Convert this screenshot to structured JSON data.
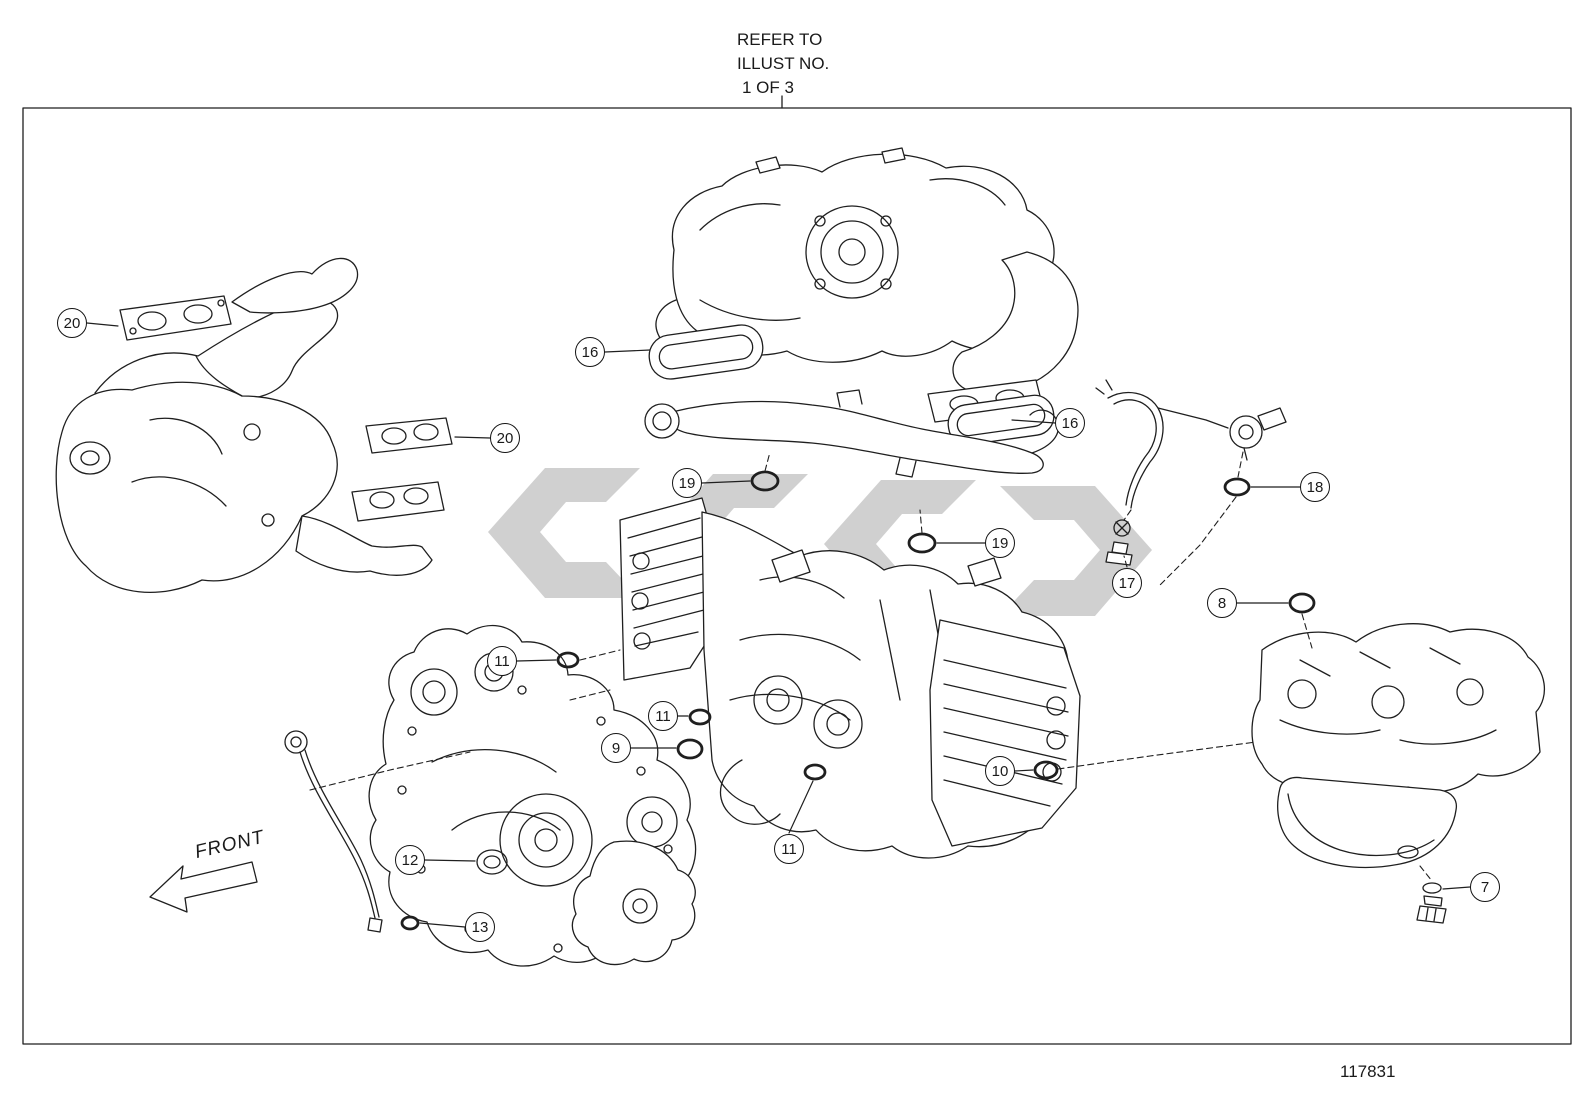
{
  "header": {
    "line1": "REFER TO",
    "line2": "ILLUST NO.",
    "line3": "1 OF 3"
  },
  "front_label": "FRONT",
  "footer": {
    "diagram_number": "117831"
  },
  "colors": {
    "line": "#1f1f1f",
    "watermark": "#a2a2a2",
    "background": "#ffffff"
  },
  "callouts": [
    {
      "id": "exhaust-manifold-gasket-left",
      "label": "20"
    },
    {
      "id": "intake-manifold-gasket-left",
      "label": "16"
    },
    {
      "id": "exhaust-manifold-gasket-right",
      "label": "20"
    },
    {
      "id": "intake-manifold-gasket-right",
      "label": "16"
    },
    {
      "id": "water-pipe-oring-left",
      "label": "19"
    },
    {
      "id": "sensor-oring",
      "label": "18"
    },
    {
      "id": "water-pipe-oring-right",
      "label": "19"
    },
    {
      "id": "hose-clamp-bolt",
      "label": "17"
    },
    {
      "id": "oil-pump-oring",
      "label": "8"
    },
    {
      "id": "head-oring-upper",
      "label": "11"
    },
    {
      "id": "head-oring-middle",
      "label": "11"
    },
    {
      "id": "block-oring",
      "label": "9"
    },
    {
      "id": "oil-pan-oring",
      "label": "10"
    },
    {
      "id": "front-crank-seal",
      "label": "12"
    },
    {
      "id": "head-oring-lower",
      "label": "11"
    },
    {
      "id": "dipstick-oring",
      "label": "13"
    },
    {
      "id": "drain-plug-gasket",
      "label": "7"
    }
  ]
}
